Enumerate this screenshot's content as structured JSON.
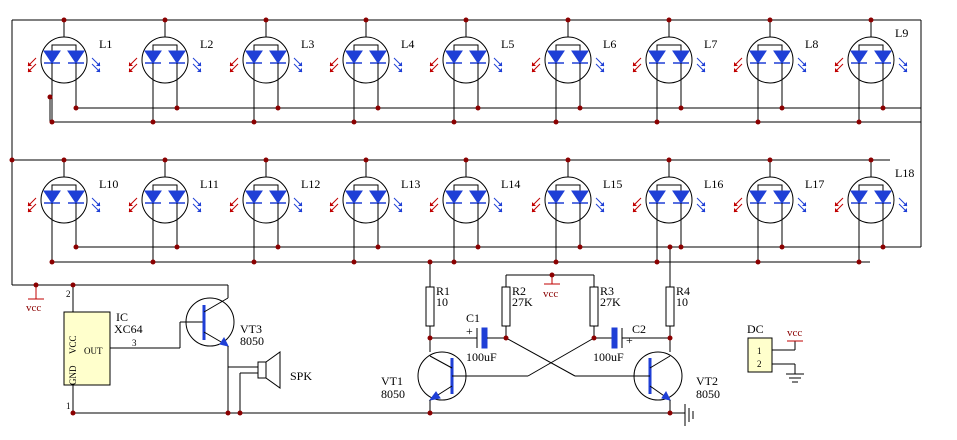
{
  "leds": {
    "row1": [
      "L1",
      "L2",
      "L3",
      "L4",
      "L5",
      "L6",
      "L7",
      "L8",
      "L9"
    ],
    "row2": [
      "L10",
      "L11",
      "L12",
      "L13",
      "L14",
      "L15",
      "L16",
      "L17",
      "L18"
    ]
  },
  "resistors": {
    "r1": {
      "name": "R1",
      "value": "10"
    },
    "r2": {
      "name": "R2",
      "value": "27K"
    },
    "r3": {
      "name": "R3",
      "value": "27K"
    },
    "r4": {
      "name": "R4",
      "value": "10"
    }
  },
  "capacitors": {
    "c1": {
      "name": "C1",
      "value": "100uF"
    },
    "c2": {
      "name": "C2",
      "value": "100uF"
    },
    "plus": "+"
  },
  "transistors": {
    "vt1": {
      "name": "VT1",
      "model": "8050"
    },
    "vt2": {
      "name": "VT2",
      "model": "8050"
    },
    "vt3": {
      "name": "VT3",
      "model": "8050"
    }
  },
  "ic": {
    "name": "IC",
    "model": "XC64",
    "pin_vcc": "VCC",
    "pin_out": "OUT",
    "pin_gnd": "GND",
    "pin1": "1",
    "pin2": "2",
    "pin3": "3"
  },
  "speaker": {
    "name": "SPK"
  },
  "dc": {
    "name": "DC",
    "pin1": "1",
    "pin2": "2"
  },
  "vcc_labels": {
    "left": "vcc",
    "middle": "vcc",
    "right": "vcc"
  },
  "colors": {
    "led": "#1f3fd6",
    "junction": "#8b0000",
    "vcc": "#8b0000"
  }
}
